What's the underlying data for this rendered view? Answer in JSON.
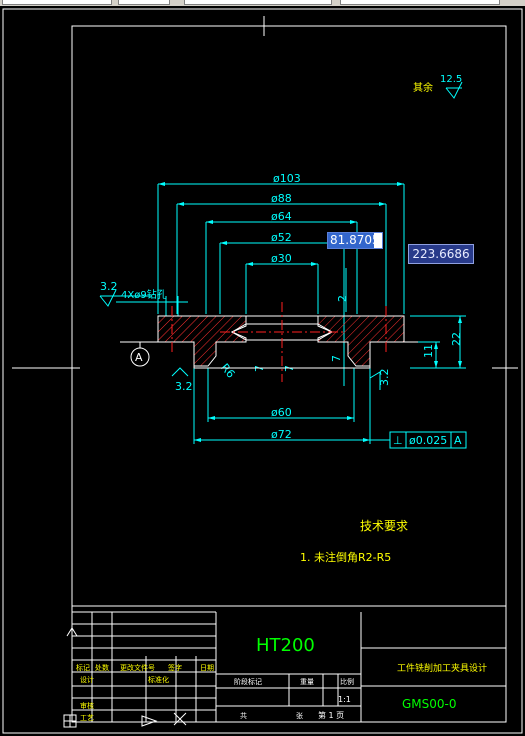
{
  "toolbar": {
    "fields": [
      "",
      "",
      "",
      ""
    ]
  },
  "colors": {
    "background": "#000000",
    "frame": "#ffffff",
    "dimension": "#00ffff",
    "part": "#ffffff",
    "centerline": "#ff0000",
    "hatch": "#ff0000",
    "text_green": "#00ff00",
    "note_yellow": "#ffff00"
  },
  "roughness": {
    "general_label": "其余",
    "general_value": "12.5",
    "left_value": "3.2",
    "bottom_left_value": "3.2",
    "right_value": "3.2"
  },
  "dimensions": {
    "d103": "ø103",
    "d88": "ø88",
    "d64": "ø64",
    "d52": "ø52",
    "d30": "ø30",
    "holes": "4Xø9钻孔",
    "d60": "ø60",
    "d72": "ø72",
    "h22": "22",
    "h11": "11",
    "h2": "2",
    "h7a": "7",
    "h7b": "7",
    "h7c": "7",
    "r6": "R6"
  },
  "datum": {
    "label": "A",
    "tolerance_symbol": "⊥",
    "tolerance_value": "ø0.025",
    "tolerance_ref": "A"
  },
  "notes": {
    "title": "技术要求",
    "item1": "1. 未注倒角R2-R5"
  },
  "coordinate_inputs": {
    "first": "81.8705",
    "second": "223.6686"
  },
  "title_block": {
    "material": "HT200",
    "drawing_title": "工件铣削加工夹具设计",
    "drawing_number": "GMS00-0",
    "scale_value": "1:1",
    "sheet": "第 1 页",
    "headers": [
      "标记",
      "处数",
      "更改文件号",
      "签字",
      "日期"
    ],
    "rows": [
      "设计",
      "审核",
      "工艺"
    ],
    "standardize": "标准化",
    "stage_label": "阶段标记",
    "weight_label": "重量",
    "scale_label": "比例",
    "total_label": "共",
    "sheet_label": "张"
  }
}
